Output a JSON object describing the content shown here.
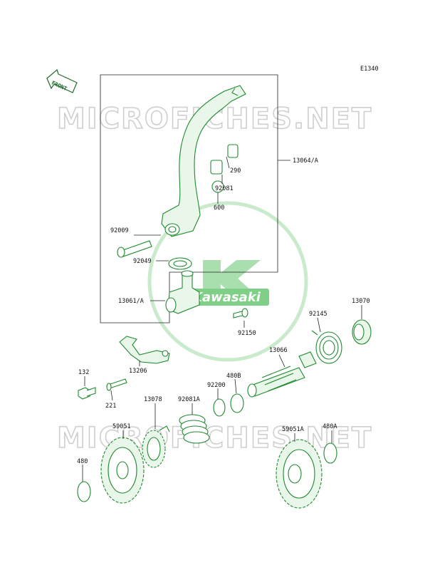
{
  "diagram_code": "E1340",
  "front_arrow_label": "FRONT",
  "watermark_text": "MICROFICHES.NET",
  "logo_text": "Kawasaki",
  "colors": {
    "part_stroke": "#1e8a2e",
    "watermark": "#cfcfcf",
    "logo": "#7fcf86"
  },
  "labels": {
    "l13064A": "13064/A",
    "l290": "290",
    "l92081": "92081",
    "l600": "600",
    "l92009": "92009",
    "l92049": "92049",
    "l13061A": "13061/A",
    "l92150": "92150",
    "l13070": "13070",
    "l92145": "92145",
    "l13066": "13066",
    "l132": "132",
    "l13206": "13206",
    "l221": "221",
    "l480B": "480B",
    "l92200": "92200",
    "l13078": "13078",
    "l92081A": "92081A",
    "l59051": "59051",
    "l59051A": "59051A",
    "l480A": "480A",
    "l480": "480"
  }
}
